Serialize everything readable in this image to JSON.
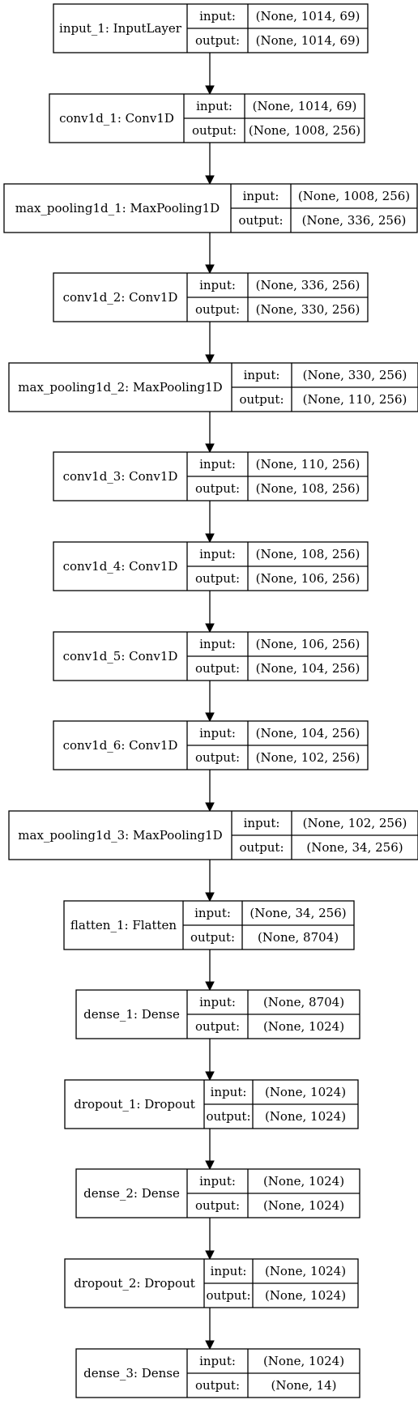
{
  "diagram": {
    "nodes": [
      {
        "label": "input_1: InputLayer",
        "input_label": "input:",
        "output_label": "output:",
        "input_shape": "(None, 1014, 69)",
        "output_shape": "(None, 1014, 69)"
      },
      {
        "label": "conv1d_1: Conv1D",
        "input_label": "input:",
        "output_label": "output:",
        "input_shape": "(None, 1014, 69)",
        "output_shape": "(None, 1008, 256)"
      },
      {
        "label": "max_pooling1d_1: MaxPooling1D",
        "input_label": "input:",
        "output_label": "output:",
        "input_shape": "(None, 1008, 256)",
        "output_shape": "(None, 336, 256)"
      },
      {
        "label": "conv1d_2: Conv1D",
        "input_label": "input:",
        "output_label": "output:",
        "input_shape": "(None, 336, 256)",
        "output_shape": "(None, 330, 256)"
      },
      {
        "label": "max_pooling1d_2: MaxPooling1D",
        "input_label": "input:",
        "output_label": "output:",
        "input_shape": "(None, 330, 256)",
        "output_shape": "(None, 110, 256)"
      },
      {
        "label": "conv1d_3: Conv1D",
        "input_label": "input:",
        "output_label": "output:",
        "input_shape": "(None, 110, 256)",
        "output_shape": "(None, 108, 256)"
      },
      {
        "label": "conv1d_4: Conv1D",
        "input_label": "input:",
        "output_label": "output:",
        "input_shape": "(None, 108, 256)",
        "output_shape": "(None, 106, 256)"
      },
      {
        "label": "conv1d_5: Conv1D",
        "input_label": "input:",
        "output_label": "output:",
        "input_shape": "(None, 106, 256)",
        "output_shape": "(None, 104, 256)"
      },
      {
        "label": "conv1d_6: Conv1D",
        "input_label": "input:",
        "output_label": "output:",
        "input_shape": "(None, 104, 256)",
        "output_shape": "(None, 102, 256)"
      },
      {
        "label": "max_pooling1d_3: MaxPooling1D",
        "input_label": "input:",
        "output_label": "output:",
        "input_shape": "(None, 102, 256)",
        "output_shape": "(None, 34, 256)"
      },
      {
        "label": "flatten_1: Flatten",
        "input_label": "input:",
        "output_label": "output:",
        "input_shape": "(None, 34, 256)",
        "output_shape": "(None, 8704)"
      },
      {
        "label": "dense_1: Dense",
        "input_label": "input:",
        "output_label": "output:",
        "input_shape": "(None, 8704)",
        "output_shape": "(None, 1024)"
      },
      {
        "label": "dropout_1: Dropout",
        "input_label": "input:",
        "output_label": "output:",
        "input_shape": "(None, 1024)",
        "output_shape": "(None, 1024)"
      },
      {
        "label": "dense_2: Dense",
        "input_label": "input:",
        "output_label": "output:",
        "input_shape": "(None, 1024)",
        "output_shape": "(None, 1024)"
      },
      {
        "label": "dropout_2: Dropout",
        "input_label": "input:",
        "output_label": "output:",
        "input_shape": "(None, 1024)",
        "output_shape": "(None, 1024)"
      },
      {
        "label": "dense_3: Dense",
        "input_label": "input:",
        "output_label": "output:",
        "input_shape": "(None, 1024)",
        "output_shape": "(None, 14)"
      }
    ]
  }
}
